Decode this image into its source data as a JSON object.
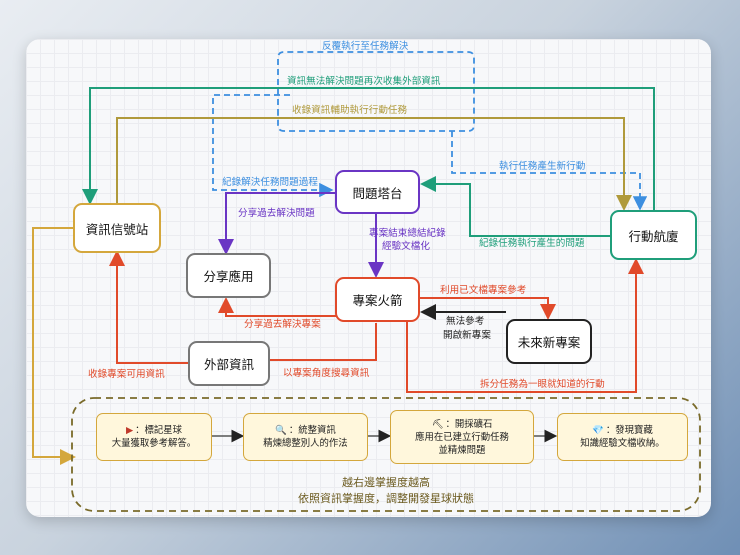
{
  "nodes": {
    "info_station": "資訊信號站",
    "question_tower": "問題塔台",
    "action_fleet": "行動航廈",
    "share_app": "分享應用",
    "project_rocket": "專案火箭",
    "external_info": "外部資訊",
    "future_project": "未來新專案"
  },
  "labels": {
    "repeat_tasks": "反覆執行至任務解決",
    "re_collect": "資訊無法解決問題再次收集外部資訊",
    "record_assist": "收錄資訊輔助執行行動任務",
    "record_process": "紀錄解決任務問題過程",
    "task_generate": "執行任務產生新行動",
    "record_new_problems": "紀錄任務執行產生的問題",
    "share_past_solutions": "分享過去解決問題",
    "project_end_l1": "專案結束總結紀錄",
    "project_end_l2": "經驗文檔化",
    "use_docs": "利用已文檔專案參考",
    "no_ref_l1": "無法參考",
    "no_ref_l2": "開啟新專案",
    "share_past_projects": "分享過去解決專案",
    "collect_usable": "收錄專案可用資訊",
    "search_angle": "以專案角度搜尋資訊",
    "split_tasks": "拆分任務為一眼就知道的行動"
  },
  "stages": [
    {
      "icon": "▶",
      "title": "：標記星球",
      "desc": "大量獲取參考解答。"
    },
    {
      "icon": "🔍",
      "title": "：統整資訊",
      "desc": "精煉總整別人的作法"
    },
    {
      "icon": "⛏",
      "title": "：開採礦石",
      "desc": "應用在已建立行動任務",
      "desc2": "並精煉問題"
    },
    {
      "icon": "💎",
      "title": "：發現寶藏",
      "desc": "知識經驗文檔收納。"
    }
  ],
  "bottom": {
    "line1": "越右邊掌握度越高",
    "line2": "依照資訊掌握度，調整開發星球狀態"
  },
  "colors": {
    "blue": "#3d8fe0",
    "green": "#1f9e7a",
    "olive": "#b09a3c",
    "purple": "#6a35c4",
    "red": "#e14a2a",
    "dark": "#222222",
    "gold": "#d4a73c"
  }
}
